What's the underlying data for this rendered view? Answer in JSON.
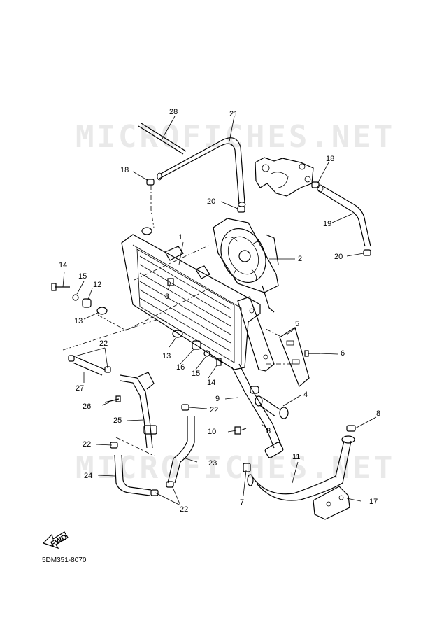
{
  "watermark": "MICROFICHES.NET",
  "diagram_code": "5DM351-8070",
  "fwd_label": "FWD",
  "callouts": {
    "c1": "1",
    "c2": "2",
    "c3": "3",
    "c4": "4",
    "c5": "5",
    "c6": "6",
    "c7": "7",
    "c8a": "8",
    "c8b": "8",
    "c9": "9",
    "c10": "10",
    "c11": "11",
    "c12": "12",
    "c13a": "13",
    "c13b": "13",
    "c14a": "14",
    "c14b": "14",
    "c15a": "15",
    "c15b": "15",
    "c16": "16",
    "c17": "17",
    "c18a": "18",
    "c18b": "18",
    "c19": "19",
    "c20a": "20",
    "c20b": "20",
    "c21": "21",
    "c22a": "22",
    "c22b": "22",
    "c22c": "22",
    "c22d": "22",
    "c23": "23",
    "c24": "24",
    "c25": "25",
    "c26": "26",
    "c27": "27",
    "c28": "28"
  }
}
